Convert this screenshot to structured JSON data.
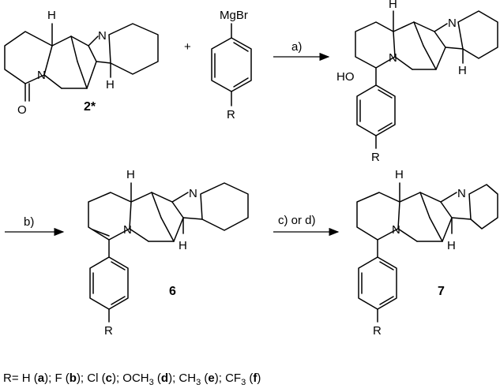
{
  "scheme": {
    "compound_top_left": "2*",
    "compound_6": "6",
    "compound_7": "7",
    "atoms": {
      "H": "H",
      "N": "N",
      "O": "O",
      "HO": "HO",
      "R": "R",
      "MgBr": "MgBr"
    },
    "plus": "+",
    "steps": {
      "a": "a)",
      "b": "b)",
      "cd": "c) or d)"
    },
    "footnote": {
      "prefix": "R= H (",
      "a": "a",
      "sep1": "); F (",
      "b": "b",
      "sep2": "); Cl (",
      "c": "c",
      "sep3": "); OCH",
      "sub3a": "3",
      "sep4": " (",
      "d": "d",
      "sep5": "); CH",
      "sub3b": "3",
      "sep6": " (",
      "e": "e",
      "sep7": "); CF",
      "sub3c": "3",
      "sep8": " (",
      "f": "f",
      "suffix": ")"
    }
  }
}
